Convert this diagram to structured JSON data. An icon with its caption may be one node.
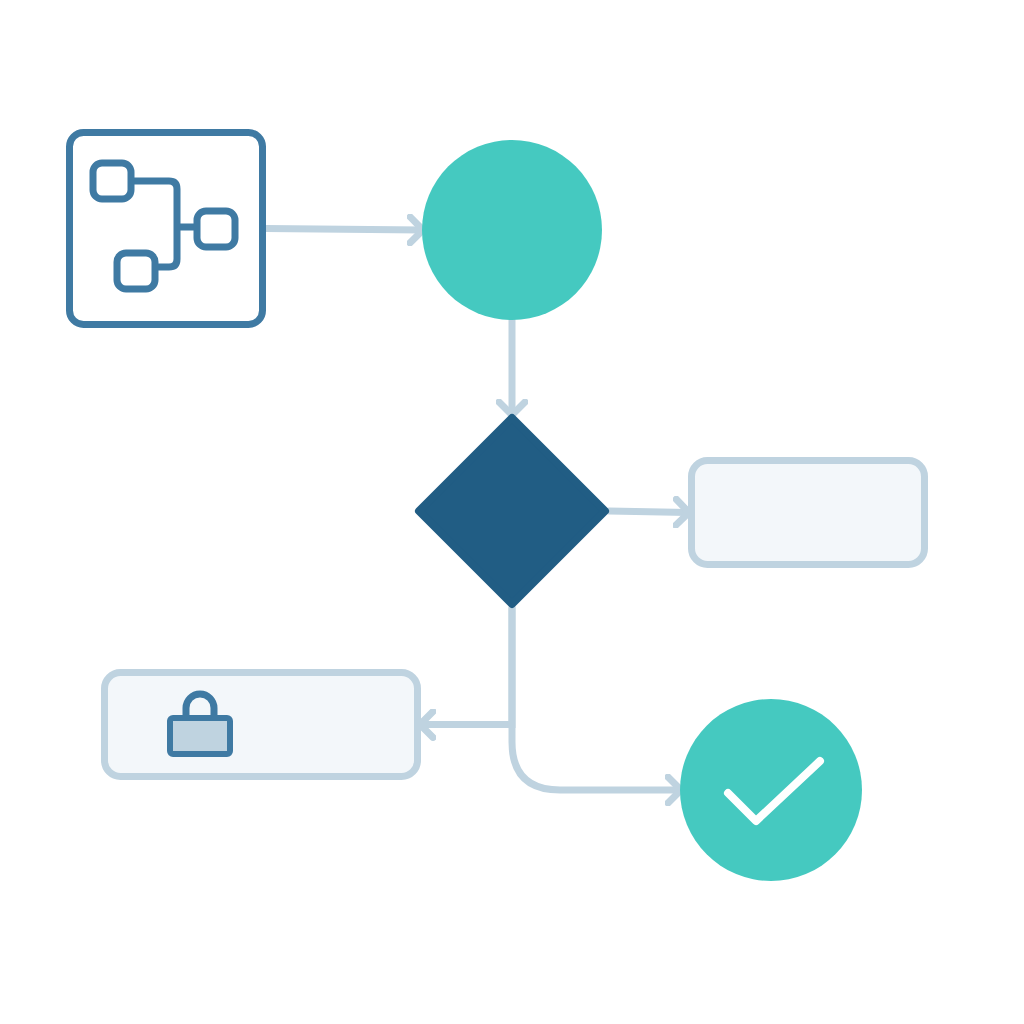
{
  "diagram": {
    "nodes": [
      {
        "text": [],
        "shape": "box"
      },
      {
        "text": [],
        "shape": "circle"
      },
      {
        "text": [],
        "shape": "diamond"
      },
      {
        "text": [],
        "shape": "box"
      },
      {
        "text": [],
        "shape": "box"
      },
      {
        "text": [],
        "shape": "circle"
      }
    ],
    "edges": [
      {
        "from": 0,
        "to": 1,
        "arrow": "to"
      },
      {
        "from": 1,
        "to": 2,
        "arrow": "to"
      },
      {
        "from": 2,
        "to": 3,
        "arrow": "to"
      },
      {
        "from": 2,
        "to": 4,
        "arrow": "to"
      },
      {
        "from": 2,
        "to": 5,
        "arrow": "to"
      }
    ]
  }
}
